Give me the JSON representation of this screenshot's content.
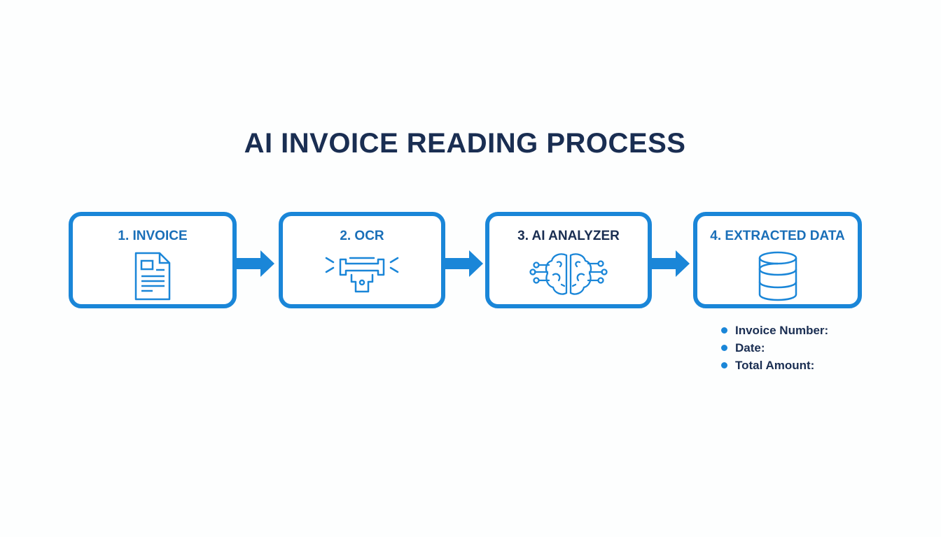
{
  "title": "AI INVOICE READING PROCESS",
  "colors": {
    "accent": "#1a86d8",
    "title": "#1a2e52",
    "label_blue": "#1a6fb8"
  },
  "steps": [
    {
      "label": "1. INVOICE",
      "icon": "document-icon"
    },
    {
      "label": "2. OCR",
      "icon": "scanner-icon"
    },
    {
      "label": "3. AI ANALYZER",
      "icon": "brain-circuit-icon"
    },
    {
      "label": "4. EXTRACTED DATA",
      "icon": "database-icon"
    }
  ],
  "extracted_fields": [
    "Invoice Number:",
    "Date:",
    "Total Amount:"
  ]
}
